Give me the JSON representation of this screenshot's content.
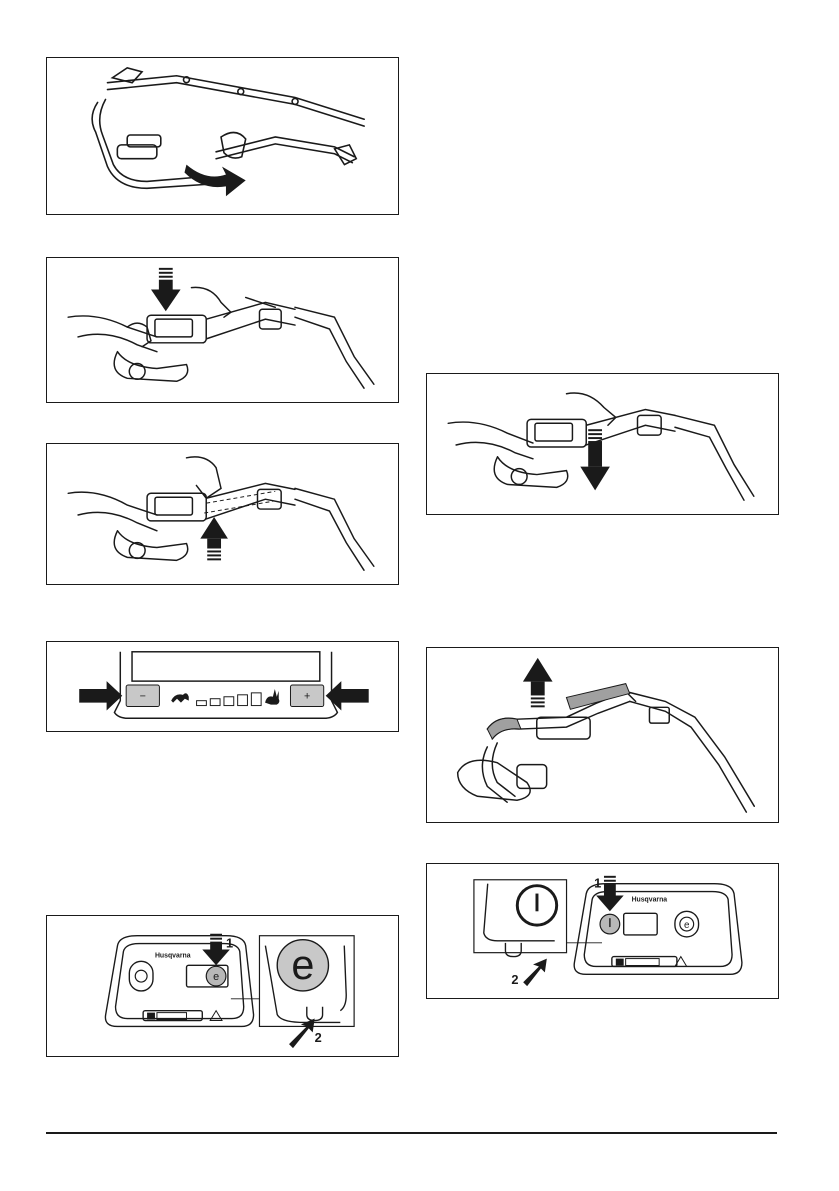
{
  "page": {
    "title": ""
  },
  "figures": [
    {
      "name": "handle-fold-figure"
    },
    {
      "name": "press-display-down-figure"
    },
    {
      "name": "lift-display-up-figure"
    },
    {
      "name": "speed-control-panel-figure",
      "minus_label": "−",
      "plus_label": "+"
    },
    {
      "name": "eco-button-figure",
      "brand": "Husqvarna",
      "callout_1": "1",
      "callout_2": "2"
    },
    {
      "name": "push-panel-down-figure"
    },
    {
      "name": "lift-handle-up-figure"
    },
    {
      "name": "power-button-figure",
      "brand": "Husqvarna",
      "callout_1": "1",
      "callout_2": "2"
    }
  ],
  "icons": [
    "arrow-icon",
    "turtle-icon",
    "rabbit-icon",
    "power-icon",
    "eco-icon",
    "warning-icon",
    "battery-icon"
  ]
}
